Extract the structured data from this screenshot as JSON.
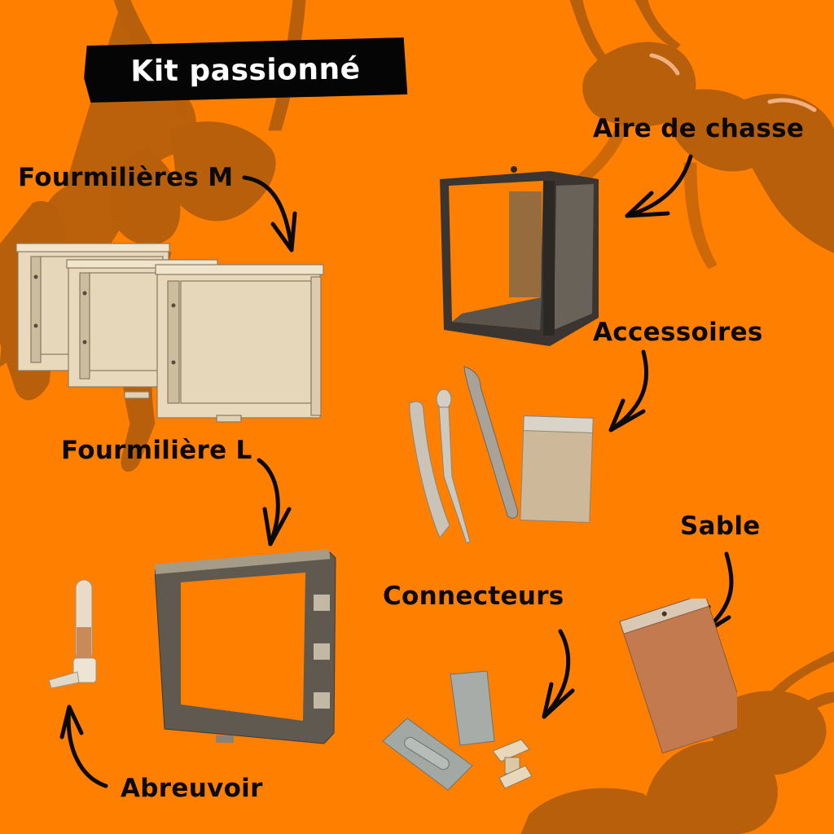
{
  "title": "Kit passionné",
  "colors": {
    "background": "#FF7F00",
    "ant_silhouette": "#B85F0C",
    "label_text": "#0A0A0A",
    "title_tape": "#050505",
    "title_text": "#FFFFFF"
  },
  "items": [
    {
      "id": "fourmilieres-m",
      "label": "Fourmilières M",
      "image": "three-beige-ant-nest-frames"
    },
    {
      "id": "aire-de-chasse",
      "label": "Aire de chasse",
      "image": "dark-glass-cube-foraging-area"
    },
    {
      "id": "accessoires",
      "label": "Accessoires",
      "image": "spatula-pipette-tweezers-seed-bag"
    },
    {
      "id": "fourmiliere-l",
      "label": "Fourmilière L",
      "image": "large-dark-ant-nest-frame"
    },
    {
      "id": "sable",
      "label": "Sable",
      "image": "bag-of-sand"
    },
    {
      "id": "connecteurs",
      "label": "Connecteurs",
      "image": "grey-plates-and-beige-connector"
    },
    {
      "id": "abreuvoir",
      "label": "Abreuvoir",
      "image": "water-tube-feeder"
    }
  ]
}
